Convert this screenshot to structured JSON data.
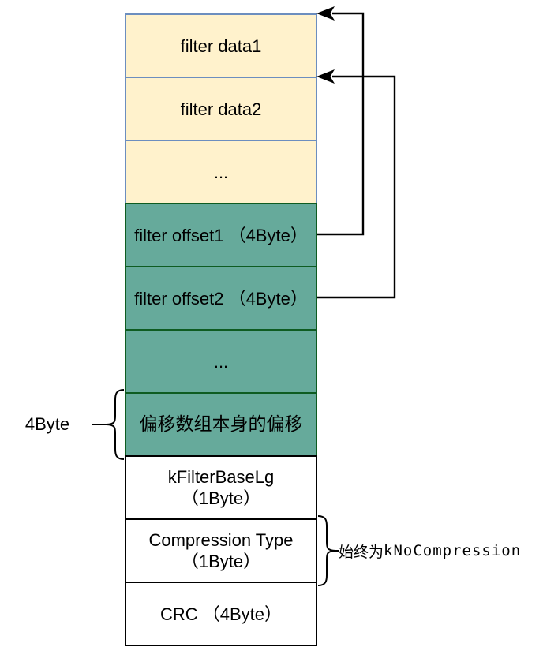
{
  "diagram": {
    "title_hint": "filter block structure",
    "rows": [
      {
        "id": "filter-data1",
        "style": "yellow",
        "line1": "filter data1"
      },
      {
        "id": "filter-data2",
        "style": "yellow",
        "line1": "filter data2"
      },
      {
        "id": "filter-data-ellipsis",
        "style": "yellow",
        "line1": "..."
      },
      {
        "id": "filter-offset1",
        "style": "green",
        "line1": "filter offset1 （4Byte）"
      },
      {
        "id": "filter-offset2",
        "style": "green",
        "line1": "filter offset2 （4Byte）"
      },
      {
        "id": "filter-offset-ellipsis",
        "style": "green",
        "line1": "..."
      },
      {
        "id": "offset-array-offset",
        "style": "green",
        "line1": "偏移数组本身的偏移"
      },
      {
        "id": "kfilterbaselg",
        "style": "white",
        "line1": "kFilterBaseLg",
        "line2": "（1Byte）"
      },
      {
        "id": "compression-type",
        "style": "white",
        "line1": "Compression Type",
        "line2": "（1Byte）"
      },
      {
        "id": "crc",
        "style": "white",
        "line1": "CRC （4Byte）"
      }
    ],
    "labels": {
      "left_size": "4Byte",
      "compression_note_cjk": "始终为",
      "compression_note_code": "kNoCompression"
    },
    "arrows": [
      {
        "from": "filter-offset1",
        "to": "top of filter data1"
      },
      {
        "from": "filter-offset2",
        "to": "top of filter data2"
      }
    ],
    "colors": {
      "filter_data_fill": "#fff2cc",
      "filter_data_border": "#6c8ebf",
      "offset_fill": "#66aa9b",
      "offset_border": "#0e5c21",
      "footer_fill": "#ffffff",
      "footer_border": "#000000",
      "arrow_and_brace": "#000000",
      "text": "#000000"
    }
  }
}
